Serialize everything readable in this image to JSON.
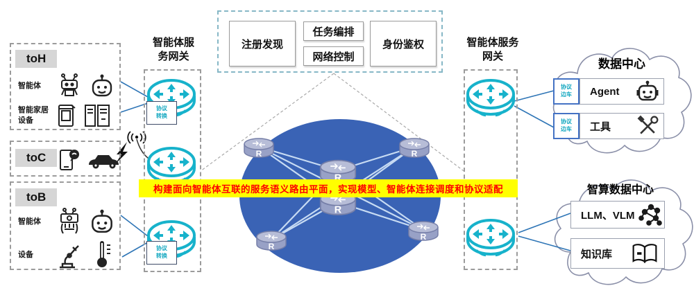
{
  "banner": {
    "text": "构建面向智能体互联的服务语义路由平面，实现模型、智能体连接调度和协议适配"
  },
  "gateways": {
    "left_title_lines": [
      "智能体服",
      "务网关"
    ],
    "right_title_lines": [
      "智能体服务",
      "网关"
    ],
    "protocol_converter_lines": [
      "协议",
      "转换"
    ],
    "protocol_sidecar_lines": [
      "协议",
      "边车"
    ]
  },
  "control_plane": {
    "registration": "注册发现",
    "task_orchestration": "任务编排",
    "network_control": "网络控制",
    "identity_auth": "身份鉴权"
  },
  "access_groups": {
    "toH": {
      "label": "toH",
      "row1_label": "智能体",
      "row2_label": "智能家居设备"
    },
    "toC": {
      "label": "toC"
    },
    "toB": {
      "label": "toB",
      "row1_label": "智能体",
      "row2_label": "设备"
    }
  },
  "clouds": {
    "dc": {
      "title": "数据中心",
      "items": [
        "Agent",
        "工具"
      ]
    },
    "aidc": {
      "title": "智算数据中心",
      "items": [
        "LLM、VLM",
        "知识库"
      ]
    }
  },
  "mesh": {
    "router_label": "R"
  },
  "icons": {
    "gateway": "cyan-router-icon",
    "mesh_node": "gray-router-cylinder",
    "wireless": "antenna-waves-icon",
    "power": "lightning-icon",
    "agent": "robot-icon",
    "tools": "hammer-wrench-icon",
    "model": "molecule-icon",
    "knowledge": "open-book-icon"
  },
  "colors": {
    "gateway_cyan": "#17b2cb",
    "ellipse_blue": "#3a63b5",
    "mesh_link": "#cfe2f7",
    "banner_bg": "#ffff00",
    "banner_text": "#fe0000"
  }
}
